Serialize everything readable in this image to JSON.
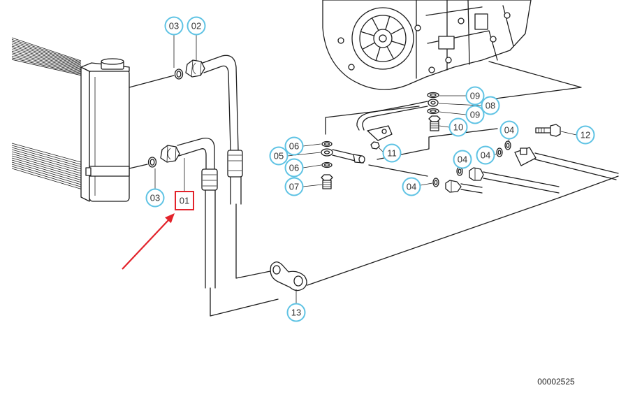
{
  "callouts": [
    {
      "label": "03"
    },
    {
      "label": "02"
    },
    {
      "label": "03"
    },
    {
      "label": "06"
    },
    {
      "label": "05"
    },
    {
      "label": "06"
    },
    {
      "label": "07"
    },
    {
      "label": "09"
    },
    {
      "label": "08"
    },
    {
      "label": "09"
    },
    {
      "label": "10"
    },
    {
      "label": "11"
    },
    {
      "label": "04"
    },
    {
      "label": "04"
    },
    {
      "label": "04"
    },
    {
      "label": "04"
    },
    {
      "label": "12"
    },
    {
      "label": "13"
    }
  ],
  "selected_callout": {
    "label": "01"
  },
  "diagram_number": "00002525",
  "colors": {
    "callout_stroke": "#5fc3e4",
    "highlight": "#e3232b",
    "line": "#1e1e1e"
  }
}
